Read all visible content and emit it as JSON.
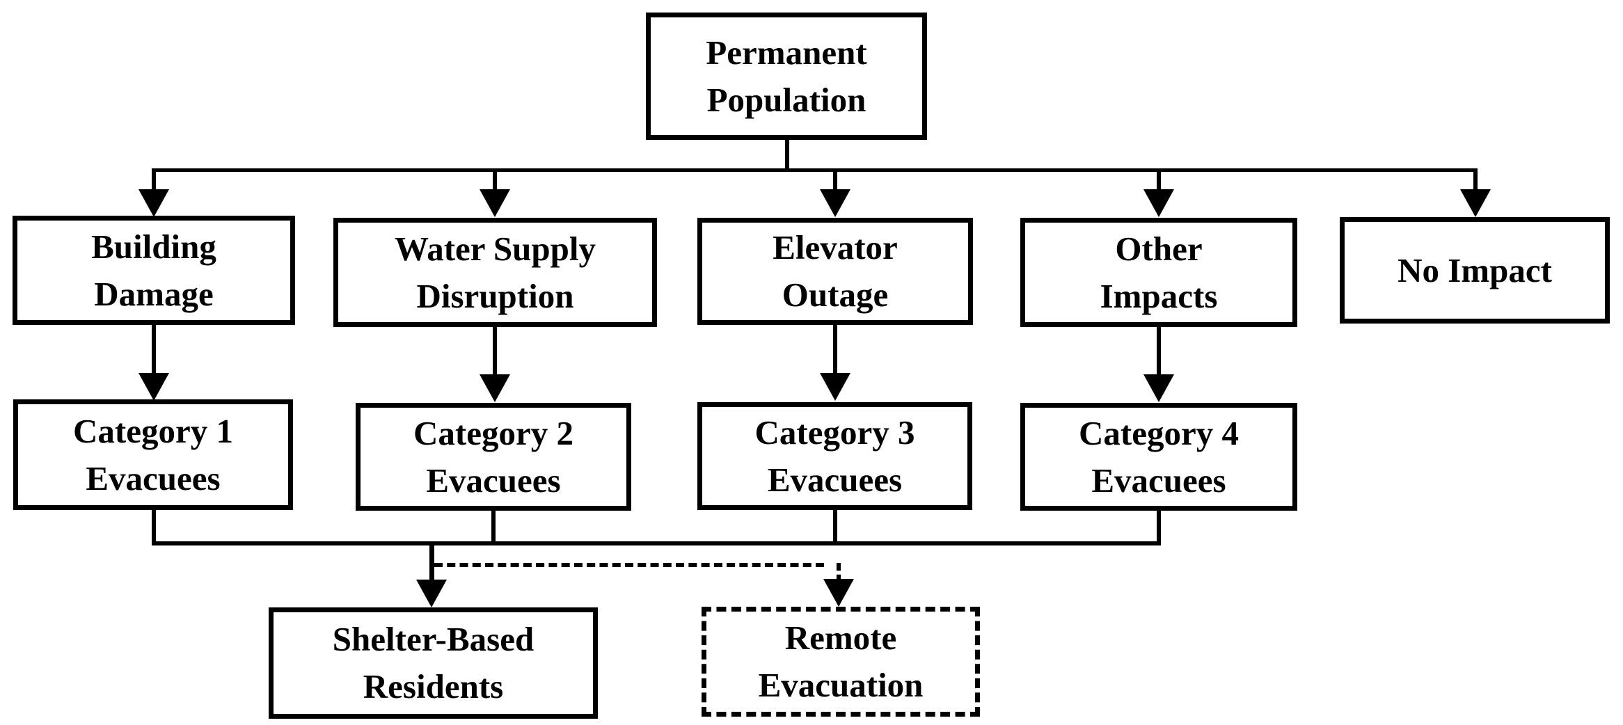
{
  "diagram": {
    "type": "flowchart",
    "background_color": "#ffffff",
    "line_color": "#000000",
    "nodes": {
      "permanent_population": {
        "label": "Permanent Population",
        "line1": "Permanent",
        "line2": "Population",
        "border_style": "solid"
      },
      "building_damage": {
        "label": "Building Damage",
        "line1": "Building",
        "line2": "Damage",
        "border_style": "solid"
      },
      "water_supply_disruption": {
        "label": "Water Supply Disruption",
        "line1": "Water Supply",
        "line2": "Disruption",
        "border_style": "solid"
      },
      "elevator_outage": {
        "label": "Elevator Outage",
        "line1": "Elevator",
        "line2": "Outage",
        "border_style": "solid"
      },
      "other_impacts": {
        "label": "Other Impacts",
        "line1": "Other",
        "line2": "Impacts",
        "border_style": "solid"
      },
      "no_impact": {
        "label": "No Impact",
        "line1": "No Impact",
        "line2": "",
        "border_style": "solid"
      },
      "category_1_evacuees": {
        "label": "Category 1 Evacuees",
        "line1": "Category 1",
        "line2": "Evacuees",
        "border_style": "solid"
      },
      "category_2_evacuees": {
        "label": "Category 2 Evacuees",
        "line1": "Category 2",
        "line2": "Evacuees",
        "border_style": "solid"
      },
      "category_3_evacuees": {
        "label": "Category 3 Evacuees",
        "line1": "Category 3",
        "line2": "Evacuees",
        "border_style": "solid"
      },
      "category_4_evacuees": {
        "label": "Category 4 Evacuees",
        "line1": "Category 4",
        "line2": "Evacuees",
        "border_style": "solid"
      },
      "shelter_based_residents": {
        "label": "Shelter-Based Residents",
        "line1": "Shelter-Based",
        "line2": "Residents",
        "border_style": "solid"
      },
      "remote_evacuation": {
        "label": "Remote Evacuation",
        "line1": "Remote",
        "line2": "Evacuation",
        "border_style": "dashed"
      }
    },
    "edges": [
      {
        "from": "Permanent Population",
        "to": "Building Damage",
        "style": "solid-arrow"
      },
      {
        "from": "Permanent Population",
        "to": "Water Supply Disruption",
        "style": "solid-arrow"
      },
      {
        "from": "Permanent Population",
        "to": "Elevator Outage",
        "style": "solid-arrow"
      },
      {
        "from": "Permanent Population",
        "to": "Other Impacts",
        "style": "solid-arrow"
      },
      {
        "from": "Permanent Population",
        "to": "No Impact",
        "style": "solid-arrow"
      },
      {
        "from": "Building Damage",
        "to": "Category 1 Evacuees",
        "style": "solid-arrow"
      },
      {
        "from": "Water Supply Disruption",
        "to": "Category 2 Evacuees",
        "style": "solid-arrow"
      },
      {
        "from": "Elevator Outage",
        "to": "Category 3 Evacuees",
        "style": "solid-arrow"
      },
      {
        "from": "Other Impacts",
        "to": "Category 4 Evacuees",
        "style": "solid-arrow"
      },
      {
        "from": "Category 1-4 Evacuees (merged)",
        "to": "Shelter-Based Residents",
        "style": "solid-arrow"
      },
      {
        "from": "Category 1-4 Evacuees (merged)",
        "to": "Remote Evacuation",
        "style": "dashed-arrow"
      }
    ]
  }
}
